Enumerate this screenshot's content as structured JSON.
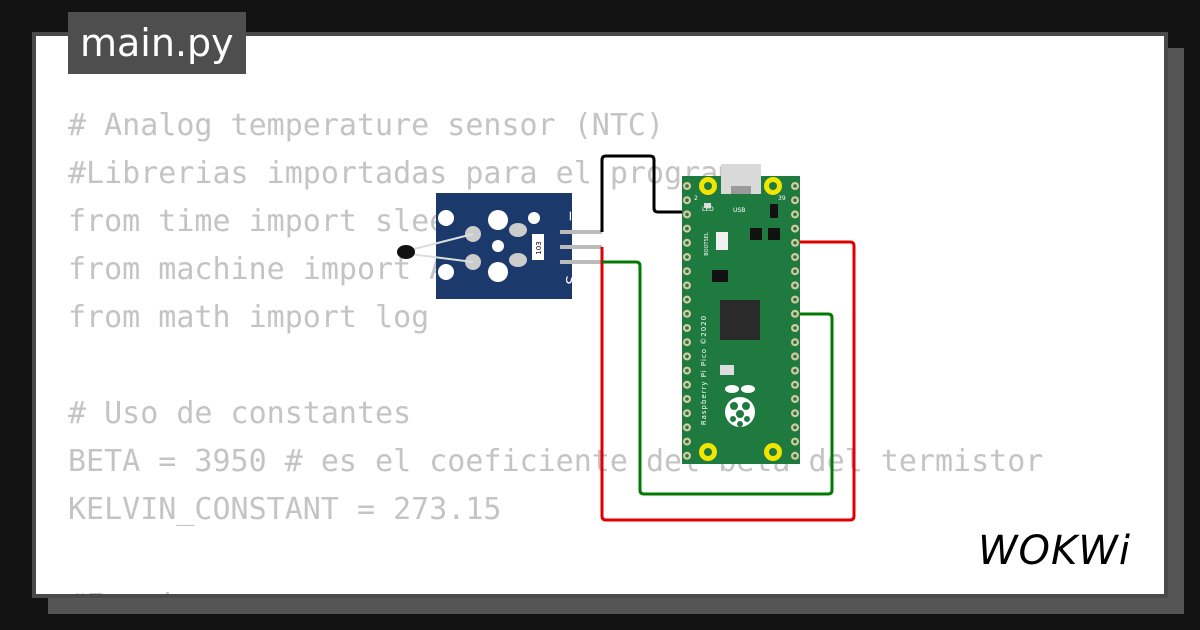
{
  "tab": {
    "filename": "main.py"
  },
  "code_lines": [
    "# Analog temperature sensor (NTC)",
    "#Librerias importadas para el programa",
    "from time import sleep",
    "from machine import ADC",
    "from math import log",
    "",
    "# Uso de constantes",
    "BETA = 3950 # es el coeficiente del beta del termistor",
    "KELVIN_CONSTANT = 273.15",
    "",
    "#Funciones"
  ],
  "board": {
    "name_label": "Raspberry Pi Pico ©2020",
    "usb_label": "USB",
    "led_label": "LED",
    "bootsel_label": "BOOTSEL",
    "pin_2": "2",
    "pin_39": "39"
  },
  "sensor": {
    "label": "S",
    "minus": "−",
    "resistor_code": "103"
  },
  "logo": {
    "text": "WOKWi"
  },
  "colors": {
    "board_green": "#1f7a3f",
    "sensor_blue": "#1b3a6b",
    "wire_black": "#000000",
    "wire_red": "#e00000",
    "wire_green": "#007a00"
  }
}
